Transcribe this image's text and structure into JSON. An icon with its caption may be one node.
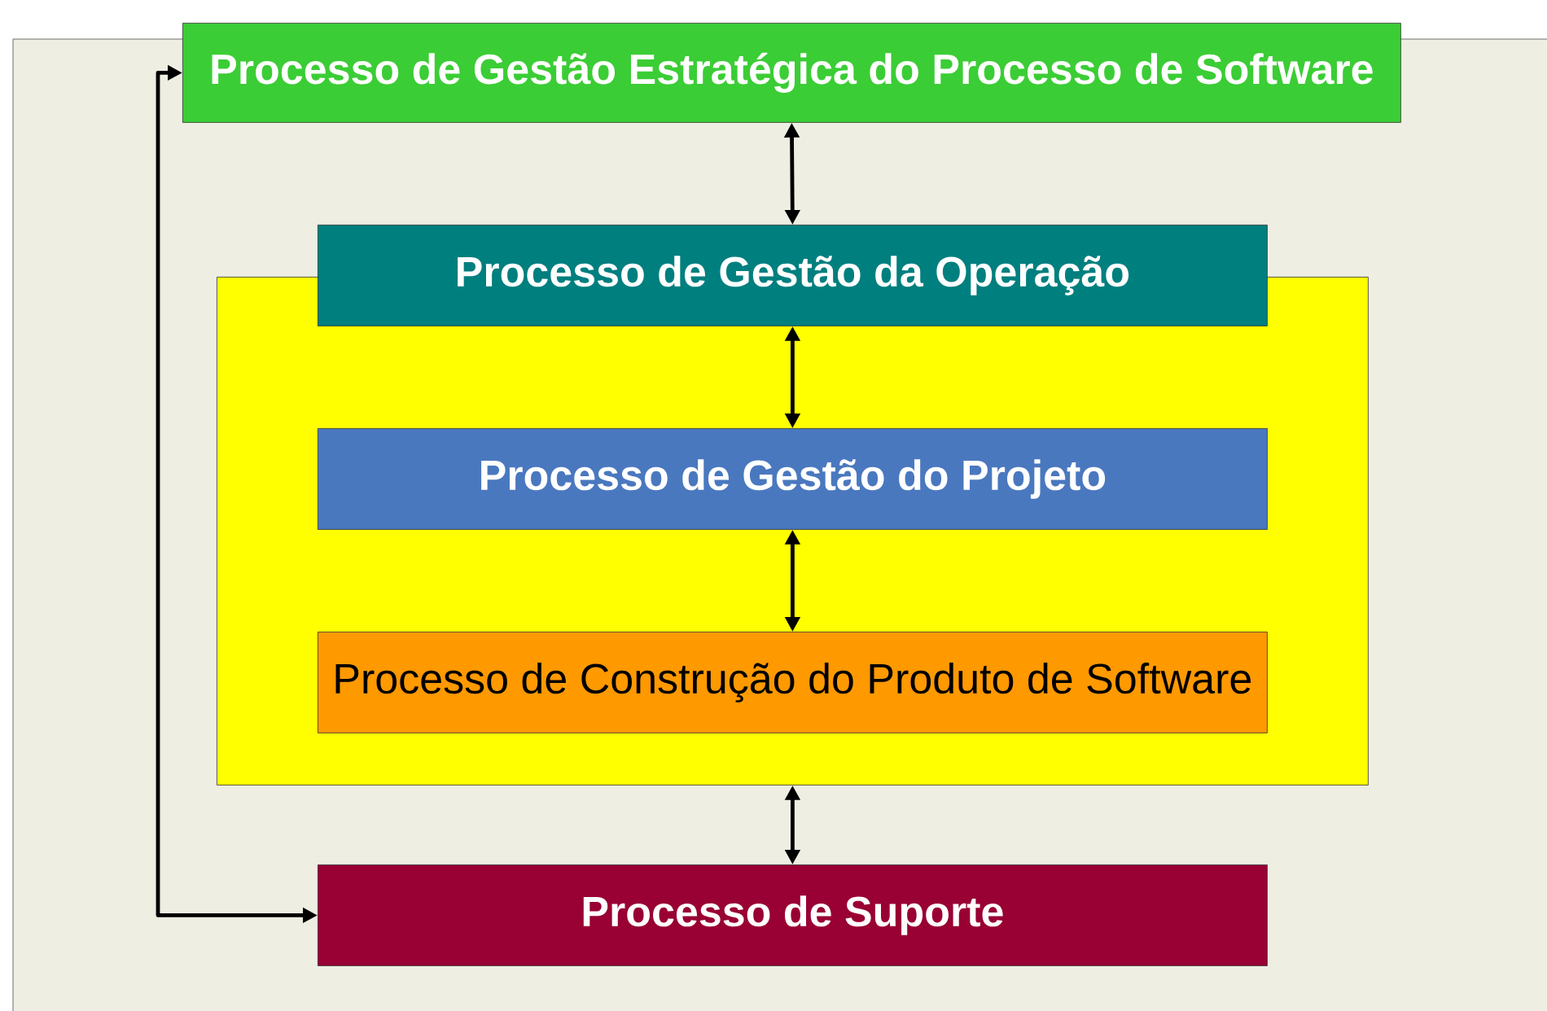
{
  "diagram": {
    "nodes": [
      {
        "text": [
          "Processo de Gestão Estratégica do Processo de Software"
        ]
      },
      {
        "text": [
          "Processo de Gestão da Operação"
        ]
      },
      {
        "text": [],
        "shape": "box"
      },
      {
        "text": [
          "Processo de Gestão do Projeto"
        ],
        "in": 2
      },
      {
        "text": [
          "Processo de Construção do Produto de Software"
        ],
        "in": 2
      },
      {
        "text": [
          "Processo de Suporte"
        ]
      }
    ],
    "edges": [
      {
        "from": 0,
        "to": 1,
        "arrow": "both"
      },
      {
        "from": 1,
        "to": 3,
        "arrow": "both"
      },
      {
        "from": 3,
        "to": 4,
        "arrow": "both"
      },
      {
        "from": 2,
        "to": 5,
        "arrow": "both"
      },
      {
        "from": 0,
        "to": 5,
        "arrow": "both"
      }
    ]
  }
}
